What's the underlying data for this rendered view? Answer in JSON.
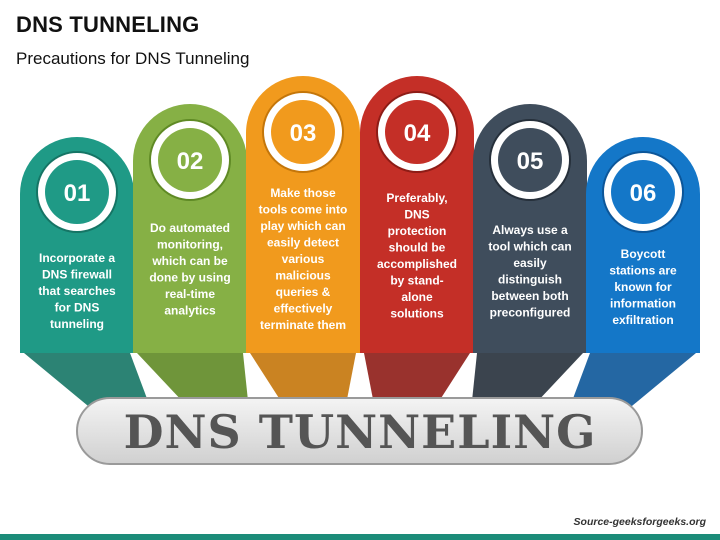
{
  "title": "DNS TUNNELING",
  "subtitle": "Precautions for DNS Tunneling",
  "banner": "DNS TUNNELING",
  "source": "Source-geeksforgeeks.org",
  "colors": {
    "teal": "#1f9a86",
    "green": "#86b045",
    "orange": "#f19a1d",
    "red": "#c42f27",
    "slate": "#3f4d5c",
    "blue": "#1477c8",
    "footer": "#1c8c79"
  },
  "steps": [
    {
      "number": "01",
      "text": [
        "Incorporate a",
        "DNS firewall",
        "that searches",
        "for DNS",
        "tunneling"
      ],
      "color": "#1f9a86",
      "dark": "#157565"
    },
    {
      "number": "02",
      "text": [
        "Do automated",
        "monitoring,",
        "which can be",
        "done by using",
        "real-time",
        "analytics"
      ],
      "color": "#86b045",
      "dark": "#5f8a25"
    },
    {
      "number": "03",
      "text": [
        "Make those",
        "tools come into",
        "play which can",
        "easily detect",
        "various",
        "malicious",
        "queries &",
        "effectively",
        "terminate them"
      ],
      "color": "#f19a1d",
      "dark": "#c4760a"
    },
    {
      "number": "04",
      "text": [
        "Preferably,",
        "DNS",
        "protection",
        "should be",
        "accomplished",
        "by stand-",
        "alone",
        "solutions"
      ],
      "color": "#c42f27",
      "dark": "#8e1c16"
    },
    {
      "number": "05",
      "text": [
        "Always use a",
        "tool which can",
        "easily",
        "distinguish",
        "between both",
        "preconfigured"
      ],
      "color": "#3f4d5c",
      "dark": "#26303b"
    },
    {
      "number": "06",
      "text": [
        "Boycott",
        "stations are",
        "known for",
        "information",
        "exfiltration"
      ],
      "color": "#1477c8",
      "dark": "#0c5699"
    }
  ]
}
